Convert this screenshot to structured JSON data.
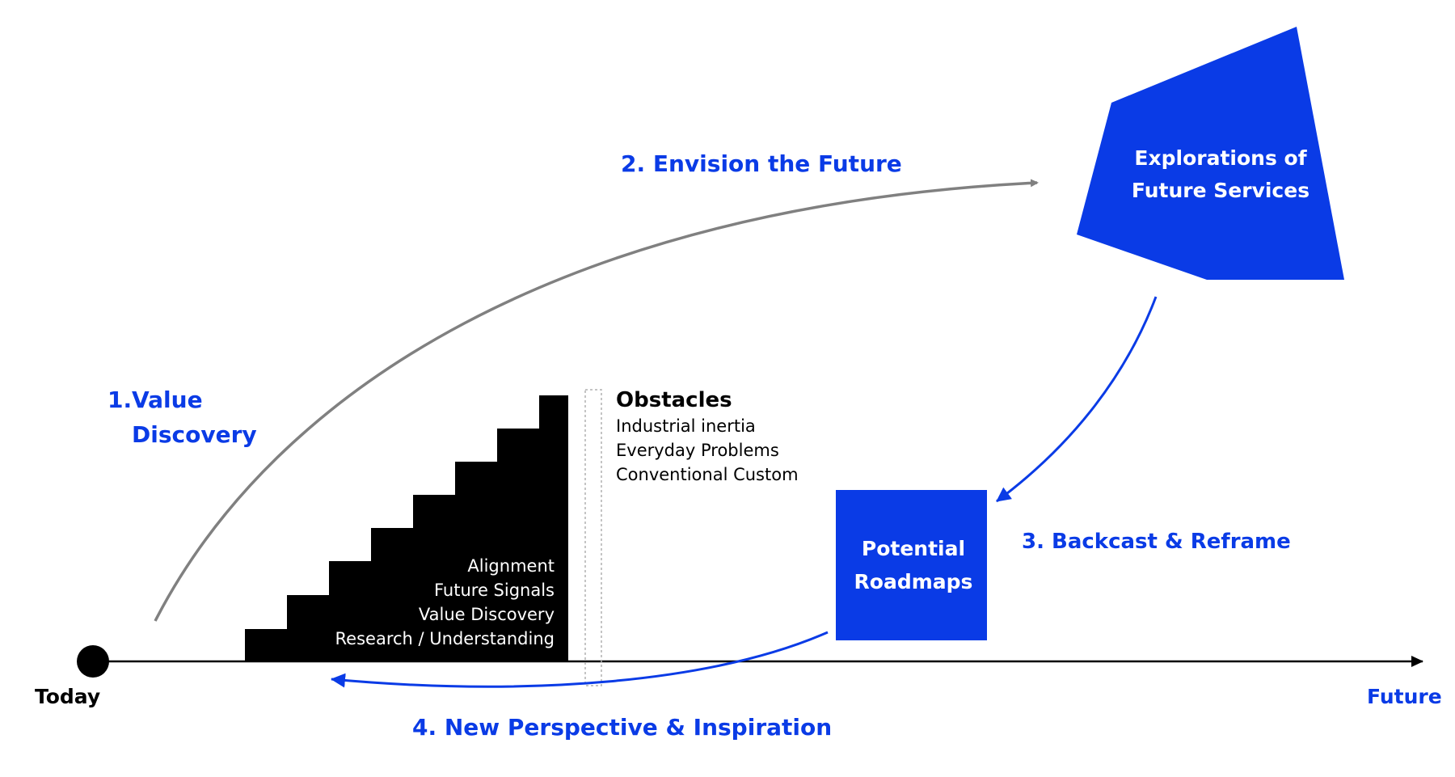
{
  "labels": {
    "step1_number": "1.",
    "step1_line1": "Value",
    "step1_line2": "Discovery",
    "step2": "2. Envision the Future",
    "step3": "3. Backcast & Reframe",
    "step4": "4. New Perspective & Inspiration",
    "today": "Today",
    "future": "Future"
  },
  "stairs": {
    "items": [
      "Alignment",
      "Future Signals",
      "Value Discovery",
      "Research / Understanding"
    ]
  },
  "obstacles": {
    "title": "Obstacles",
    "items": [
      "Industrial inertia",
      "Everyday Problems",
      "Conventional Custom"
    ]
  },
  "boxes": {
    "explorations_line1": "Explorations of",
    "explorations_line2": "Future Services",
    "roadmaps_line1": "Potential",
    "roadmaps_line2": "Roadmaps"
  },
  "colors": {
    "accent_blue": "#0a3be6",
    "arrow_gray": "#808080",
    "black": "#000000"
  }
}
